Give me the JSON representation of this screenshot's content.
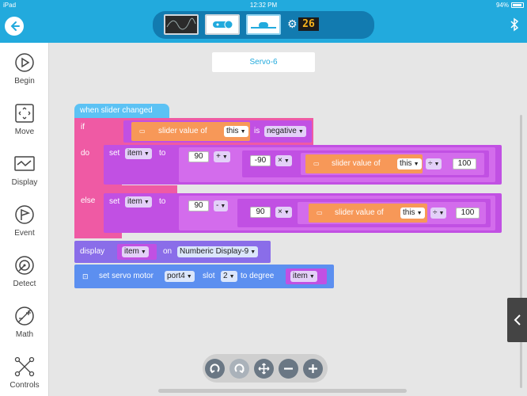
{
  "status": {
    "device": "iPad",
    "time": "12:32 PM",
    "battery": "94%"
  },
  "topbar": {
    "display_value": "26"
  },
  "sidebar": {
    "items": [
      {
        "label": "Begin"
      },
      {
        "label": "Move"
      },
      {
        "label": "Display"
      },
      {
        "label": "Event"
      },
      {
        "label": "Detect"
      },
      {
        "label": "Math"
      },
      {
        "label": "Controls"
      }
    ]
  },
  "canvas": {
    "sprite_name": "Servo-6",
    "hat_label": "when slider changed",
    "if_label": "if",
    "do_label": "do",
    "else_label": "else",
    "cond": {
      "slider_text": "slider value of",
      "this": "this",
      "is": "is",
      "negative": "negative"
    },
    "do_set": {
      "set": "set",
      "var": "item",
      "to": "to",
      "n90": "90",
      "op1": "+",
      "n_neg90": "-90",
      "op2": "×",
      "slider_text": "slider value of",
      "this": "this",
      "op3": "÷",
      "n100": "100"
    },
    "else_set": {
      "set": "set",
      "var": "item",
      "to": "to",
      "n90": "90",
      "op1": "-",
      "n90b": "90",
      "op2": "×",
      "slider_text": "slider value of",
      "this": "this",
      "op3": "÷",
      "n100": "100"
    },
    "display": {
      "label": "display",
      "var": "item",
      "on": "on",
      "target": "Numberic Display-9"
    },
    "servo": {
      "label": "set servo motor",
      "port": "port4",
      "slot_label": "slot",
      "slot": "2",
      "to_degree": "to degree",
      "var": "item"
    }
  },
  "colors": {
    "accent": "#22aadd",
    "control": "#ef5aa4",
    "math": "#c150e3",
    "sensor": "#f79858",
    "display": "#8a6de9",
    "motor": "#5c8ff0",
    "event": "#5cc2f4"
  }
}
